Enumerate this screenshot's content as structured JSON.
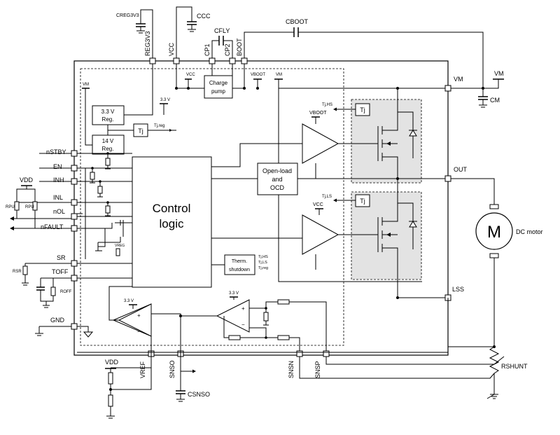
{
  "pins": {
    "reg3v3": "REG3V3",
    "vcc": "VCC",
    "cp1": "CP1",
    "cp2": "CP2",
    "boot": "BOOT",
    "vm": "VM",
    "out": "OUT",
    "lss": "LSS",
    "nstby": "nSTBY",
    "en": "EN",
    "inh": "INH",
    "inl": "INL",
    "nol": "nOL",
    "nfault": "nFAULT",
    "sr": "SR",
    "toff": "TOFF",
    "gnd": "GND",
    "vref": "VREF",
    "snso": "SNSO",
    "snsn": "SNSN",
    "snsp": "SNSP"
  },
  "blocks": {
    "reg33_l1": "3.3 V",
    "reg33_l2": "Reg.",
    "reg14_l1": "14 V",
    "reg14_l2": "Reg.",
    "tj": "Tj",
    "tj_reg": "Tj,reg",
    "cp_l1": "Charge",
    "cp_l2": "pump",
    "ctrl_l1": "Control",
    "ctrl_l2": "logic",
    "ol_l1": "Open-load",
    "ol_l2": "and",
    "ol_l3": "OCD",
    "therm_l1": "Therm.",
    "therm_l2": "shutdown",
    "tjhs": "Tj,HS",
    "tjls": "Tj,LS",
    "tjreg2": "Tj,reg",
    "tj_hs_box": "Tj",
    "tj_ls_box": "Tj",
    "vboot": "VBOOT",
    "vcc_drv": "VCC",
    "supply_33a": "3.3 V",
    "supply_33b": "3.3 V",
    "supply_33c": "3.3 V",
    "vm_int": "VM",
    "vcc_int": "VCC",
    "vboot_int": "VBOOT",
    "vm_tiny": "VM",
    "vreg_tiny": "VREG"
  },
  "components": {
    "creg": "CREG3V3",
    "ccc": "CCC",
    "cfly": "CFLY",
    "cboot": "CBOOT",
    "vm_rail": "VM",
    "cm": "CM",
    "motor_symbol": "M",
    "motor": "DC motor",
    "rshunt": "RSHUNT",
    "vdd_top": "VDD",
    "rpu1": "RPU",
    "rpu2": "RPU",
    "rsr": "RSR",
    "roff": "ROFF",
    "vdd_bot": "VDD",
    "csnso": "CSNSO"
  }
}
